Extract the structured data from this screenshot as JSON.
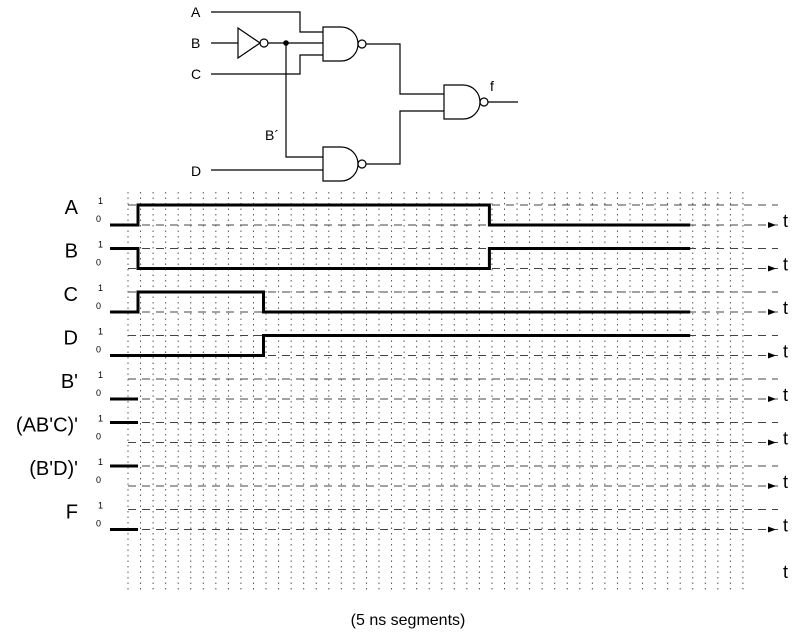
{
  "circuit": {
    "inputs": [
      "A",
      "B",
      "C",
      "D"
    ],
    "inverter_output_label": "B´",
    "output_label": "f"
  },
  "timing": {
    "level_high": "1",
    "level_low": "0",
    "axis_label": "t",
    "caption": "(5 ns segments)",
    "num_segments": 28,
    "signals": [
      {
        "name": "A",
        "transitions": [
          [
            0,
            0
          ],
          [
            1,
            1
          ],
          [
            15,
            0
          ]
        ],
        "end": 23
      },
      {
        "name": "B",
        "transitions": [
          [
            0,
            1
          ],
          [
            1,
            0
          ],
          [
            15,
            1
          ]
        ],
        "end": 23
      },
      {
        "name": "C",
        "transitions": [
          [
            0,
            0
          ],
          [
            1,
            1
          ],
          [
            6,
            0
          ]
        ],
        "end": 23
      },
      {
        "name": "D",
        "transitions": [
          [
            0,
            0
          ],
          [
            6,
            1
          ]
        ],
        "end": 23
      },
      {
        "name": "B'",
        "transitions": [
          [
            0,
            0
          ]
        ],
        "end": 1
      },
      {
        "name": "(AB'C)'",
        "transitions": [
          [
            0,
            1
          ]
        ],
        "end": 1
      },
      {
        "name": "(B'D)'",
        "transitions": [
          [
            0,
            1
          ]
        ],
        "end": 1
      },
      {
        "name": "F",
        "transitions": [
          [
            0,
            0
          ]
        ],
        "end": 1
      }
    ]
  }
}
